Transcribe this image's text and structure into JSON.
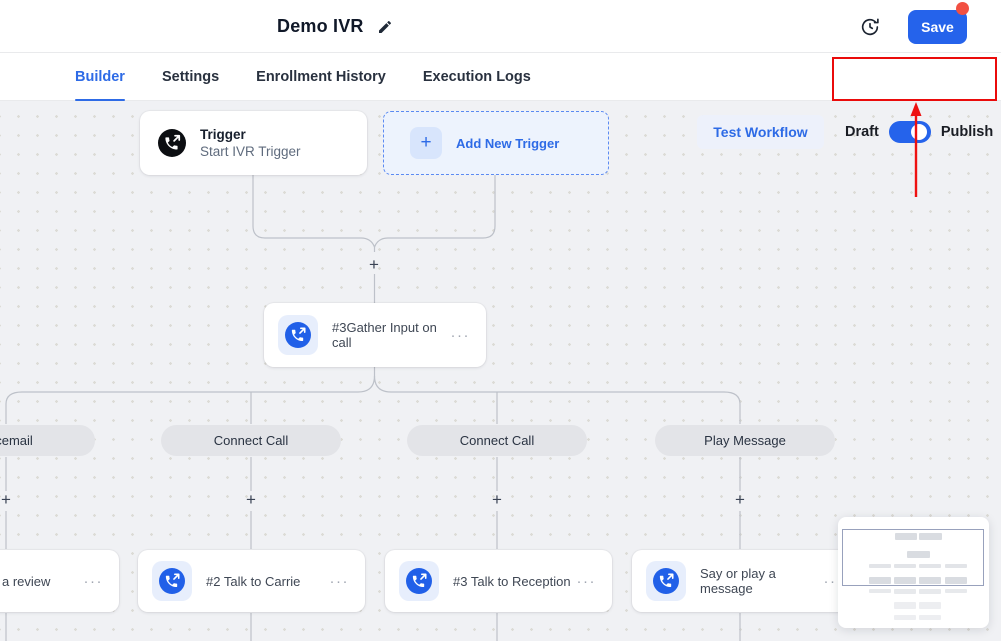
{
  "header": {
    "title": "Demo IVR",
    "save_label": "Save"
  },
  "tabs": {
    "items": [
      "Builder",
      "Settings",
      "Enrollment History",
      "Execution Logs"
    ],
    "test_workflow_label": "Test Workflow",
    "draft_label": "Draft",
    "publish_label": "Publish"
  },
  "canvas": {
    "trigger_node": {
      "title": "Trigger",
      "subtitle": "Start IVR Trigger"
    },
    "add_trigger_label": "Add New Trigger",
    "gather_node_label": "#3Gather Input on call",
    "branch_labels": [
      "Voicemail",
      "Connect Call",
      "Connect Call",
      "Play Message"
    ],
    "action_cards": [
      "a review",
      "#2 Talk to Carrie",
      "#3 Talk to Reception",
      "Say or play a message"
    ]
  },
  "icons": {
    "plus": "+",
    "more_options": "···"
  },
  "colors": {
    "accent_blue": "#2563eb",
    "link_blue": "#2e6be6",
    "highlight_red": "#ea0b0b",
    "notification_red": "#f25042",
    "canvas_bg": "#f0f1f4",
    "pill_bg": "#e3e4e8",
    "node_icon_blue": "#2160e8"
  }
}
